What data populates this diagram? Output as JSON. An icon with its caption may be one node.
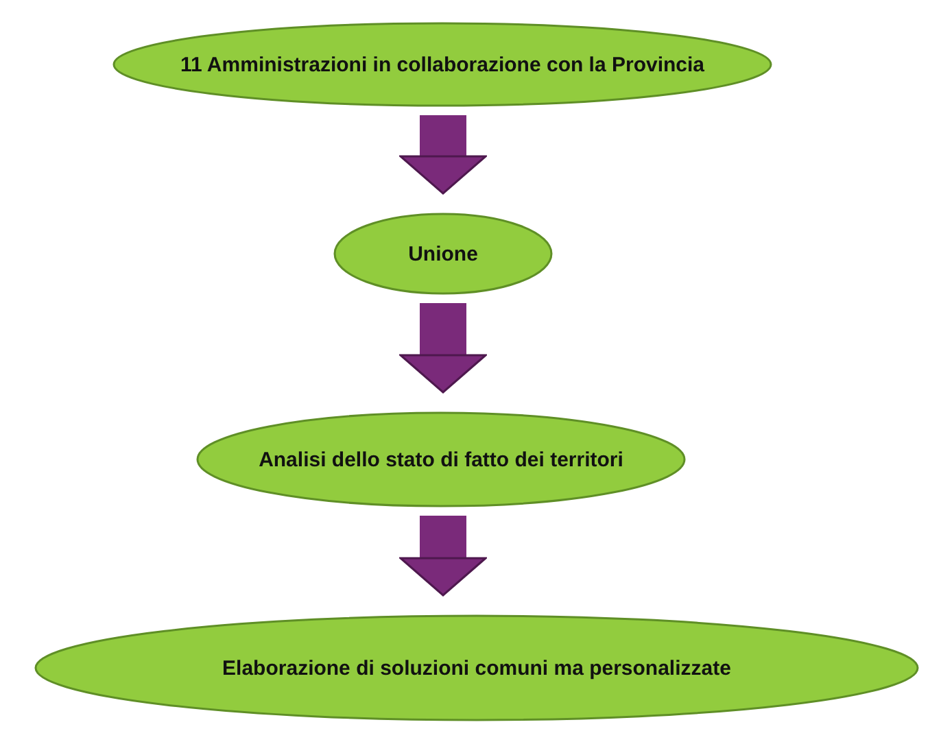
{
  "diagram": {
    "nodes": [
      {
        "text": [
          "11 Amministrazioni in collaborazione con la Provincia"
        ]
      },
      {
        "text": [
          "Unione"
        ]
      },
      {
        "text": [
          "Analisi dello stato di fatto dei territori"
        ]
      },
      {
        "text": [
          "Elaborazione di soluzioni comuni ma personalizzate"
        ]
      }
    ],
    "edges": [
      {
        "from": 0,
        "to": 1,
        "arrow": "to"
      },
      {
        "from": 1,
        "to": 2,
        "arrow": "to"
      },
      {
        "from": 2,
        "to": 3,
        "arrow": "to"
      }
    ]
  }
}
